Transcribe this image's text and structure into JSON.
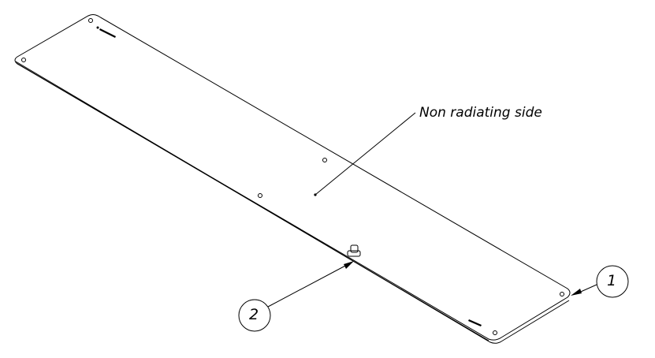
{
  "drawing": {
    "annotation": "Non radiating side",
    "balloons": [
      {
        "label": "1"
      },
      {
        "label": "2"
      }
    ],
    "line_color": "#000000",
    "background": "#ffffff"
  }
}
